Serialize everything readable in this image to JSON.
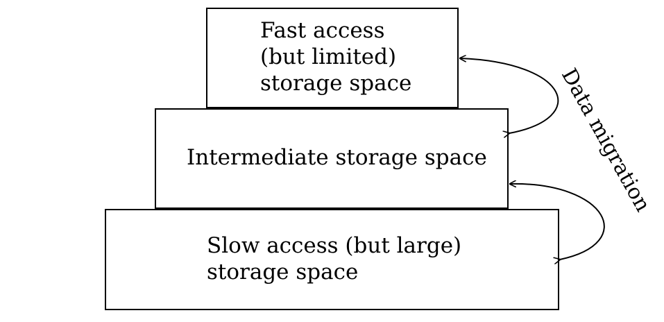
{
  "tiers": {
    "top": {
      "lines": [
        "Fast access",
        "(but limited)",
        "storage space"
      ]
    },
    "middle": {
      "lines": [
        "Intermediate storage space"
      ]
    },
    "bottom": {
      "lines": [
        "Slow access (but large)",
        "storage space"
      ]
    }
  },
  "migration": {
    "label": "Data migration"
  }
}
